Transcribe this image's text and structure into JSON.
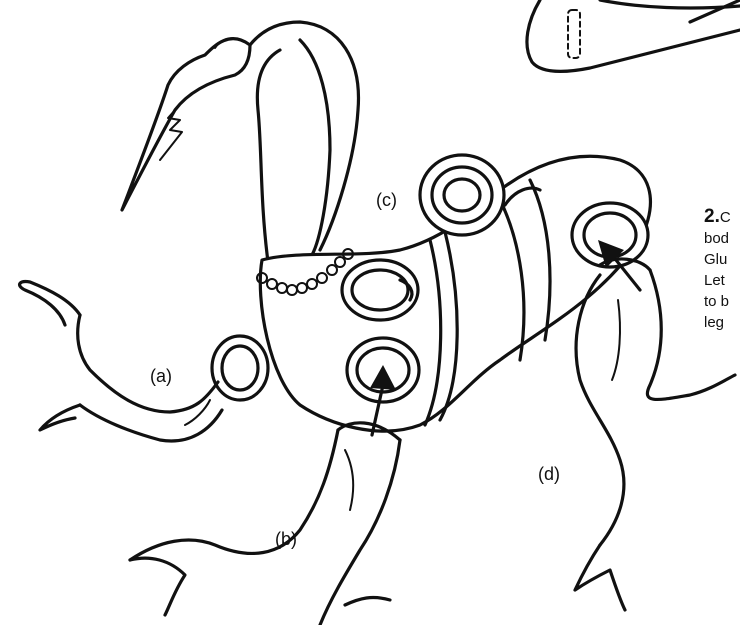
{
  "figure": {
    "part_labels": {
      "a": "(a)",
      "b": "(b)",
      "c": "(c)",
      "d": "(d)"
    },
    "step": {
      "number": "2.",
      "lines": [
        "C",
        "bod",
        "Glu",
        "Let",
        "to b",
        "leg"
      ]
    }
  }
}
